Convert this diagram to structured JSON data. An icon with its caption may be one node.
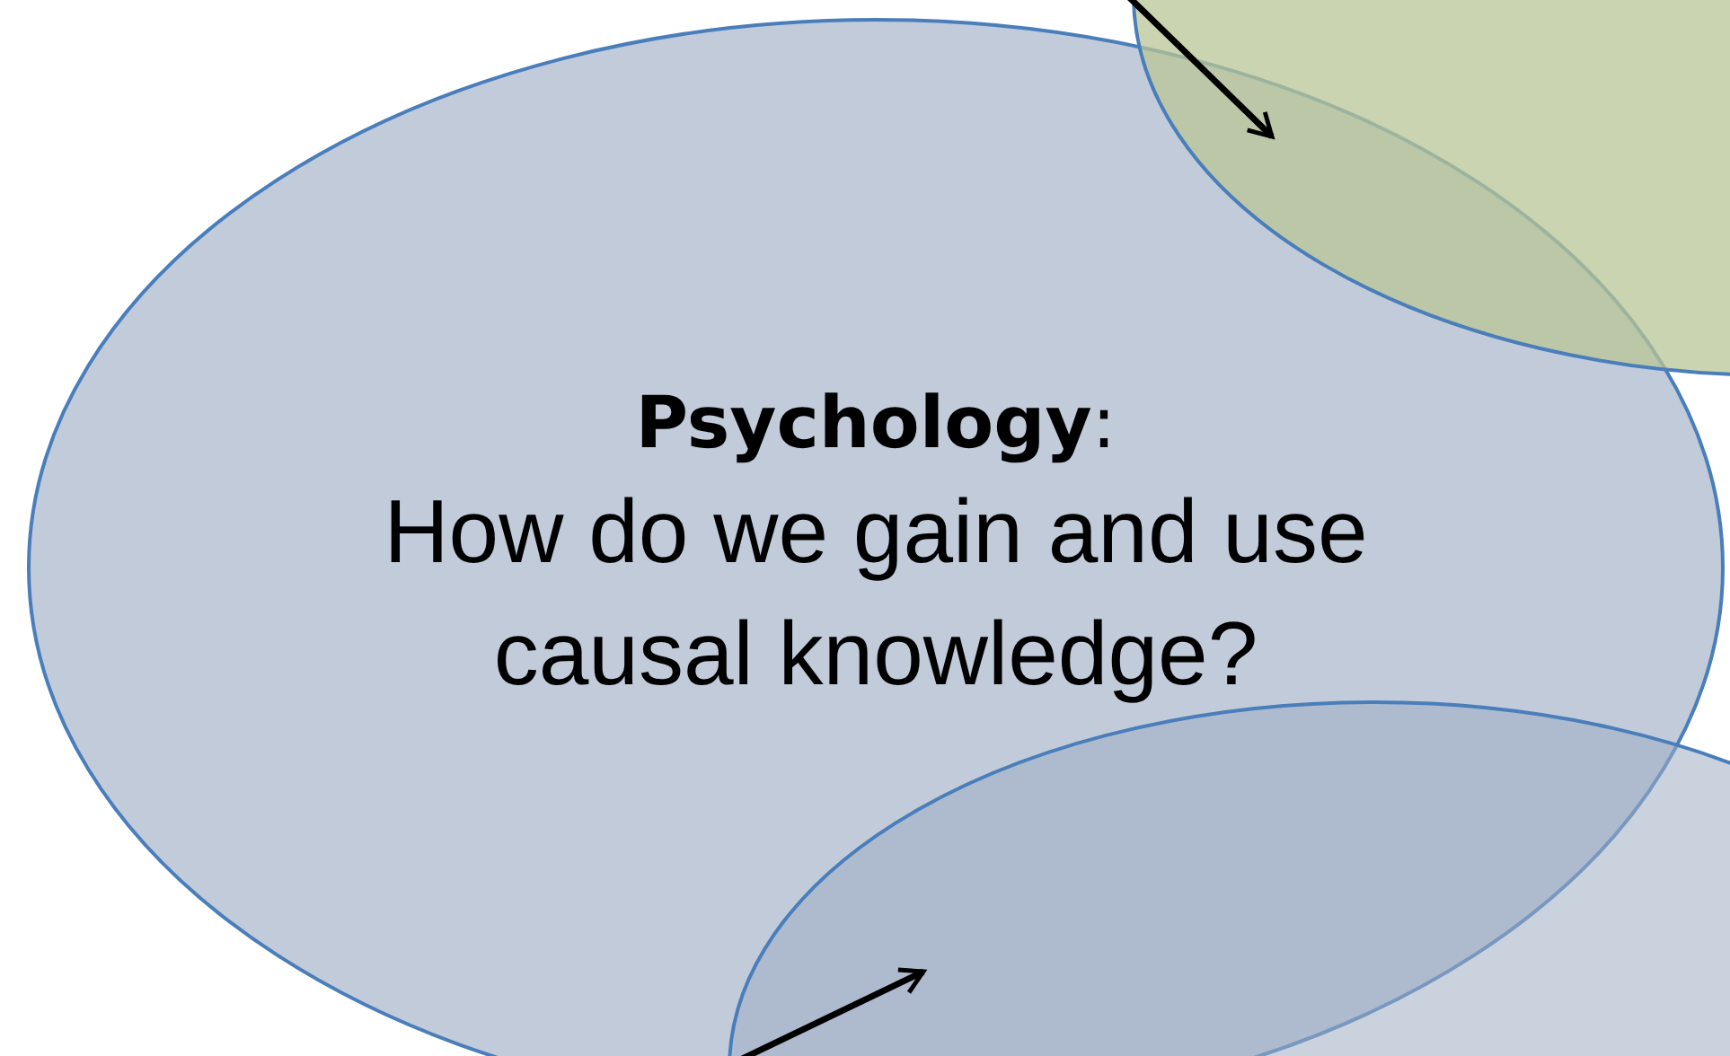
{
  "diagram": {
    "nodes": [
      {
        "text": [
          "**Psychology**:",
          "How do we gain and use causal knowledge?"
        ]
      },
      {
        "text": [],
        "shape": "circle"
      },
      {
        "text": [],
        "shape": "circle"
      }
    ],
    "edges": [
      {
        "from": null,
        "to": 1,
        "arrow": "to"
      },
      {
        "from": null,
        "to": 2,
        "arrow": "to"
      }
    ]
  }
}
